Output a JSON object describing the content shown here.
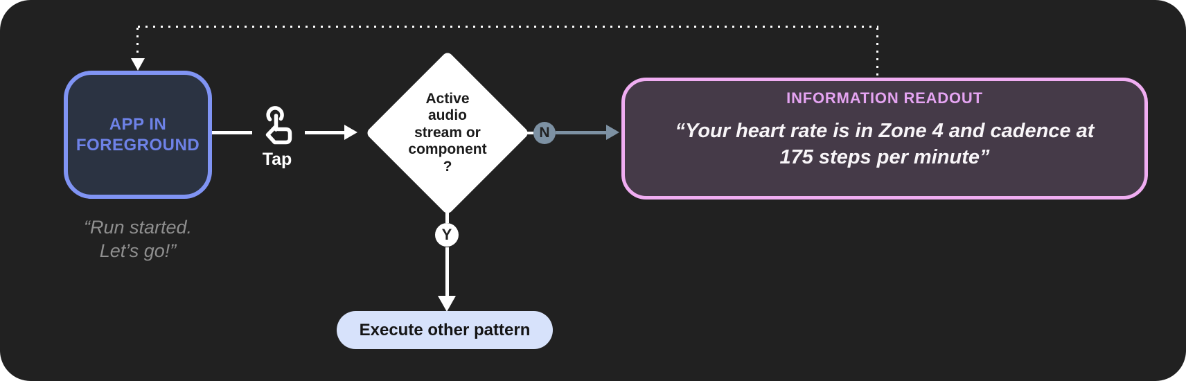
{
  "diagram_title": "tap gesture audio feedback flow",
  "colors": {
    "canvas_bg": "#212121",
    "app_box_border": "#8094f4",
    "app_box_fill": "#2b3342",
    "app_box_text": "#6e82e8",
    "quote_text": "#8f8f8f",
    "flow_white": "#ffffff",
    "no_branch_slate": "#7d91a3",
    "readout_border": "#f0adf2",
    "readout_fill": "#453a48",
    "readout_title_text": "#e5a4f2",
    "execute_pill_bg": "#d7e2fb"
  },
  "nodes": {
    "app_box": {
      "label": "APP IN\nFOREGROUND",
      "quote": "“Run started.\nLet’s go!”"
    },
    "tap": {
      "label": "Tap",
      "icon": "tap-gesture-icon"
    },
    "decision": {
      "question": "Active\naudio\nstream or\ncomponent\n?"
    },
    "branch_no": {
      "badge": "N"
    },
    "branch_yes": {
      "badge": "Y"
    },
    "readout": {
      "title": "INFORMATION READOUT",
      "message": "“Your heart rate is in Zone 4 and cadence at\n175 steps per minute”"
    },
    "execute": {
      "label": "Execute other pattern"
    }
  }
}
